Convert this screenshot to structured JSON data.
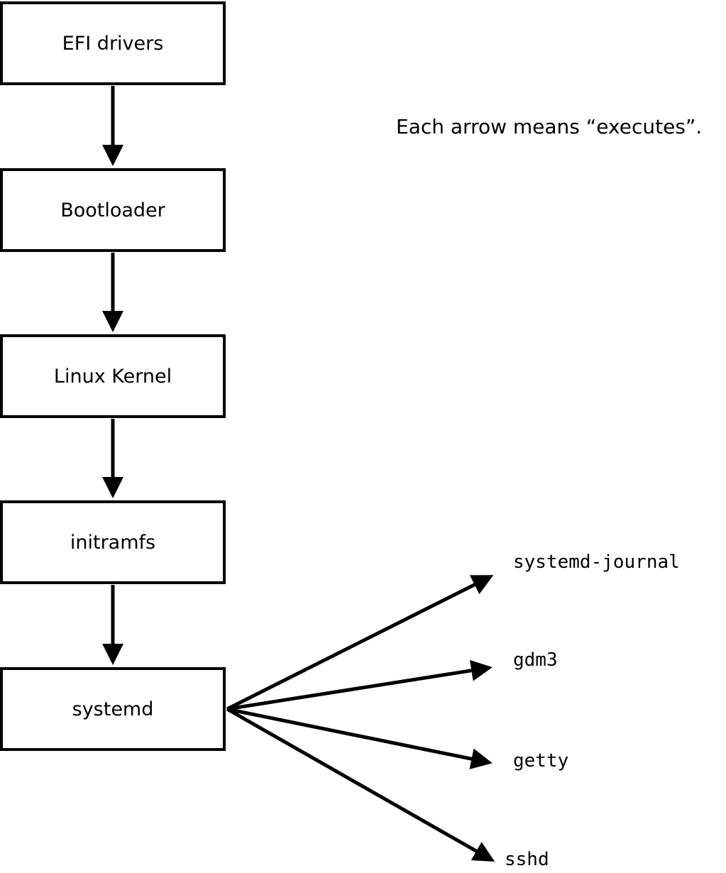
{
  "diagram": {
    "note": "Each arrow means “executes”.",
    "arrow_meaning": "executes",
    "nodes": [
      {
        "id": "efi-drivers",
        "label": "EFI drivers"
      },
      {
        "id": "bootloader",
        "label": "Bootloader"
      },
      {
        "id": "linux-kernel",
        "label": "Linux Kernel"
      },
      {
        "id": "initramfs",
        "label": "initramfs"
      },
      {
        "id": "systemd",
        "label": "systemd"
      }
    ],
    "targets": [
      {
        "id": "systemd-journal",
        "label": "systemd-journal"
      },
      {
        "id": "gdm3",
        "label": "gdm3"
      },
      {
        "id": "getty",
        "label": "getty"
      },
      {
        "id": "sshd",
        "label": "sshd"
      }
    ],
    "edges": [
      {
        "from": "EFI drivers",
        "to": "Bootloader"
      },
      {
        "from": "Bootloader",
        "to": "Linux Kernel"
      },
      {
        "from": "Linux Kernel",
        "to": "initramfs"
      },
      {
        "from": "initramfs",
        "to": "systemd"
      },
      {
        "from": "systemd",
        "to": "systemd-journal"
      },
      {
        "from": "systemd",
        "to": "gdm3"
      },
      {
        "from": "systemd",
        "to": "getty"
      },
      {
        "from": "systemd",
        "to": "sshd"
      }
    ],
    "colors": {
      "box_border": "#000000",
      "box_fill": "#ffffff",
      "arrow": "#000000",
      "text": "#000000"
    }
  }
}
